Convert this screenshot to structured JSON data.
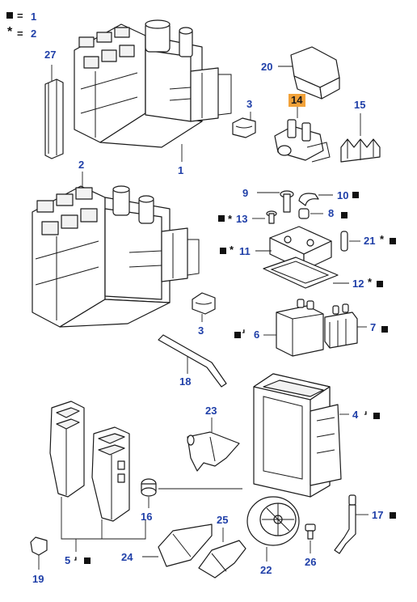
{
  "legend": {
    "square_value": "1",
    "star_symbol": "*",
    "star_value": "2",
    "equals": "="
  },
  "marks": {
    "star": "*",
    "tick": "⸥"
  },
  "colors": {
    "label_blue": "#1f3fa8",
    "highlight": "#f2a23a",
    "line": "#1a1a1a"
  },
  "callouts": {
    "p1": "1",
    "p2": "2",
    "p3a": "3",
    "p3b": "3",
    "p4": "4",
    "p5": "5",
    "p6": "6",
    "p7": "7",
    "p8": "8",
    "p9": "9",
    "p10": "10",
    "p11": "11",
    "p12": "12",
    "p13": "13",
    "p14": "14",
    "p15": "15",
    "p16": "16",
    "p17": "17",
    "p18": "18",
    "p19": "19",
    "p20": "20",
    "p21": "21",
    "p22": "22",
    "p23": "23",
    "p24": "24",
    "p25": "25",
    "p26": "26",
    "p27": "27"
  }
}
